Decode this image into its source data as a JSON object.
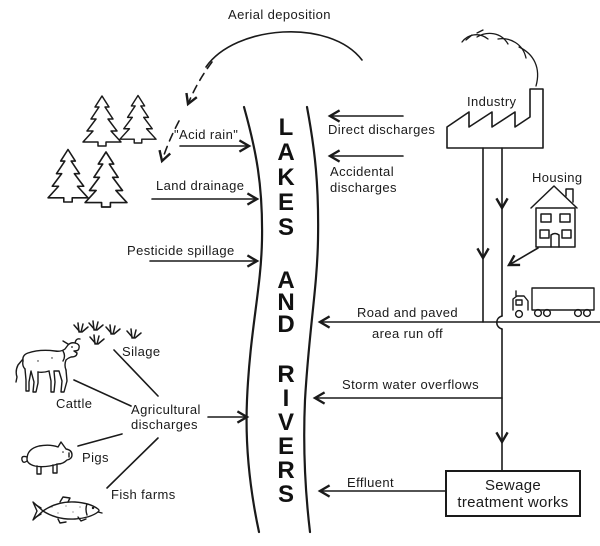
{
  "river_label": {
    "words": [
      "LAKES",
      "AND",
      "RIVERS"
    ]
  },
  "labels": {
    "aerial_deposition": "Aerial deposition",
    "acid_rain": "\"Acid rain\"",
    "land_drainage": "Land drainage",
    "pesticide_spillage": "Pesticide spillage",
    "silage": "Silage",
    "cattle": "Cattle",
    "agricultural_discharges": "Agricultural\ndischarges",
    "pigs": "Pigs",
    "fish_farms": "Fish farms",
    "direct_discharges": "Direct discharges",
    "accidental_discharges": "Accidental\ndischarges",
    "industry": "Industry",
    "housing": "Housing",
    "road_runoff_line1": "Road and paved",
    "road_runoff_line2": "area run off",
    "storm_water": "Storm water overflows",
    "effluent": "Effluent",
    "sewage_works": "Sewage\ntreatment works"
  },
  "icons": {
    "trees": "pine-trees-icon",
    "grass": "grass-tufts-icon",
    "cow": "cattle-icon",
    "pig": "pigs-icon",
    "fish": "fish-farms-icon",
    "factory": "industry-icon",
    "house": "housing-icon",
    "truck": "truck-icon",
    "river": "river-banks"
  },
  "colors": {
    "ink": "#1a1a1a",
    "background": "#ffffff"
  }
}
